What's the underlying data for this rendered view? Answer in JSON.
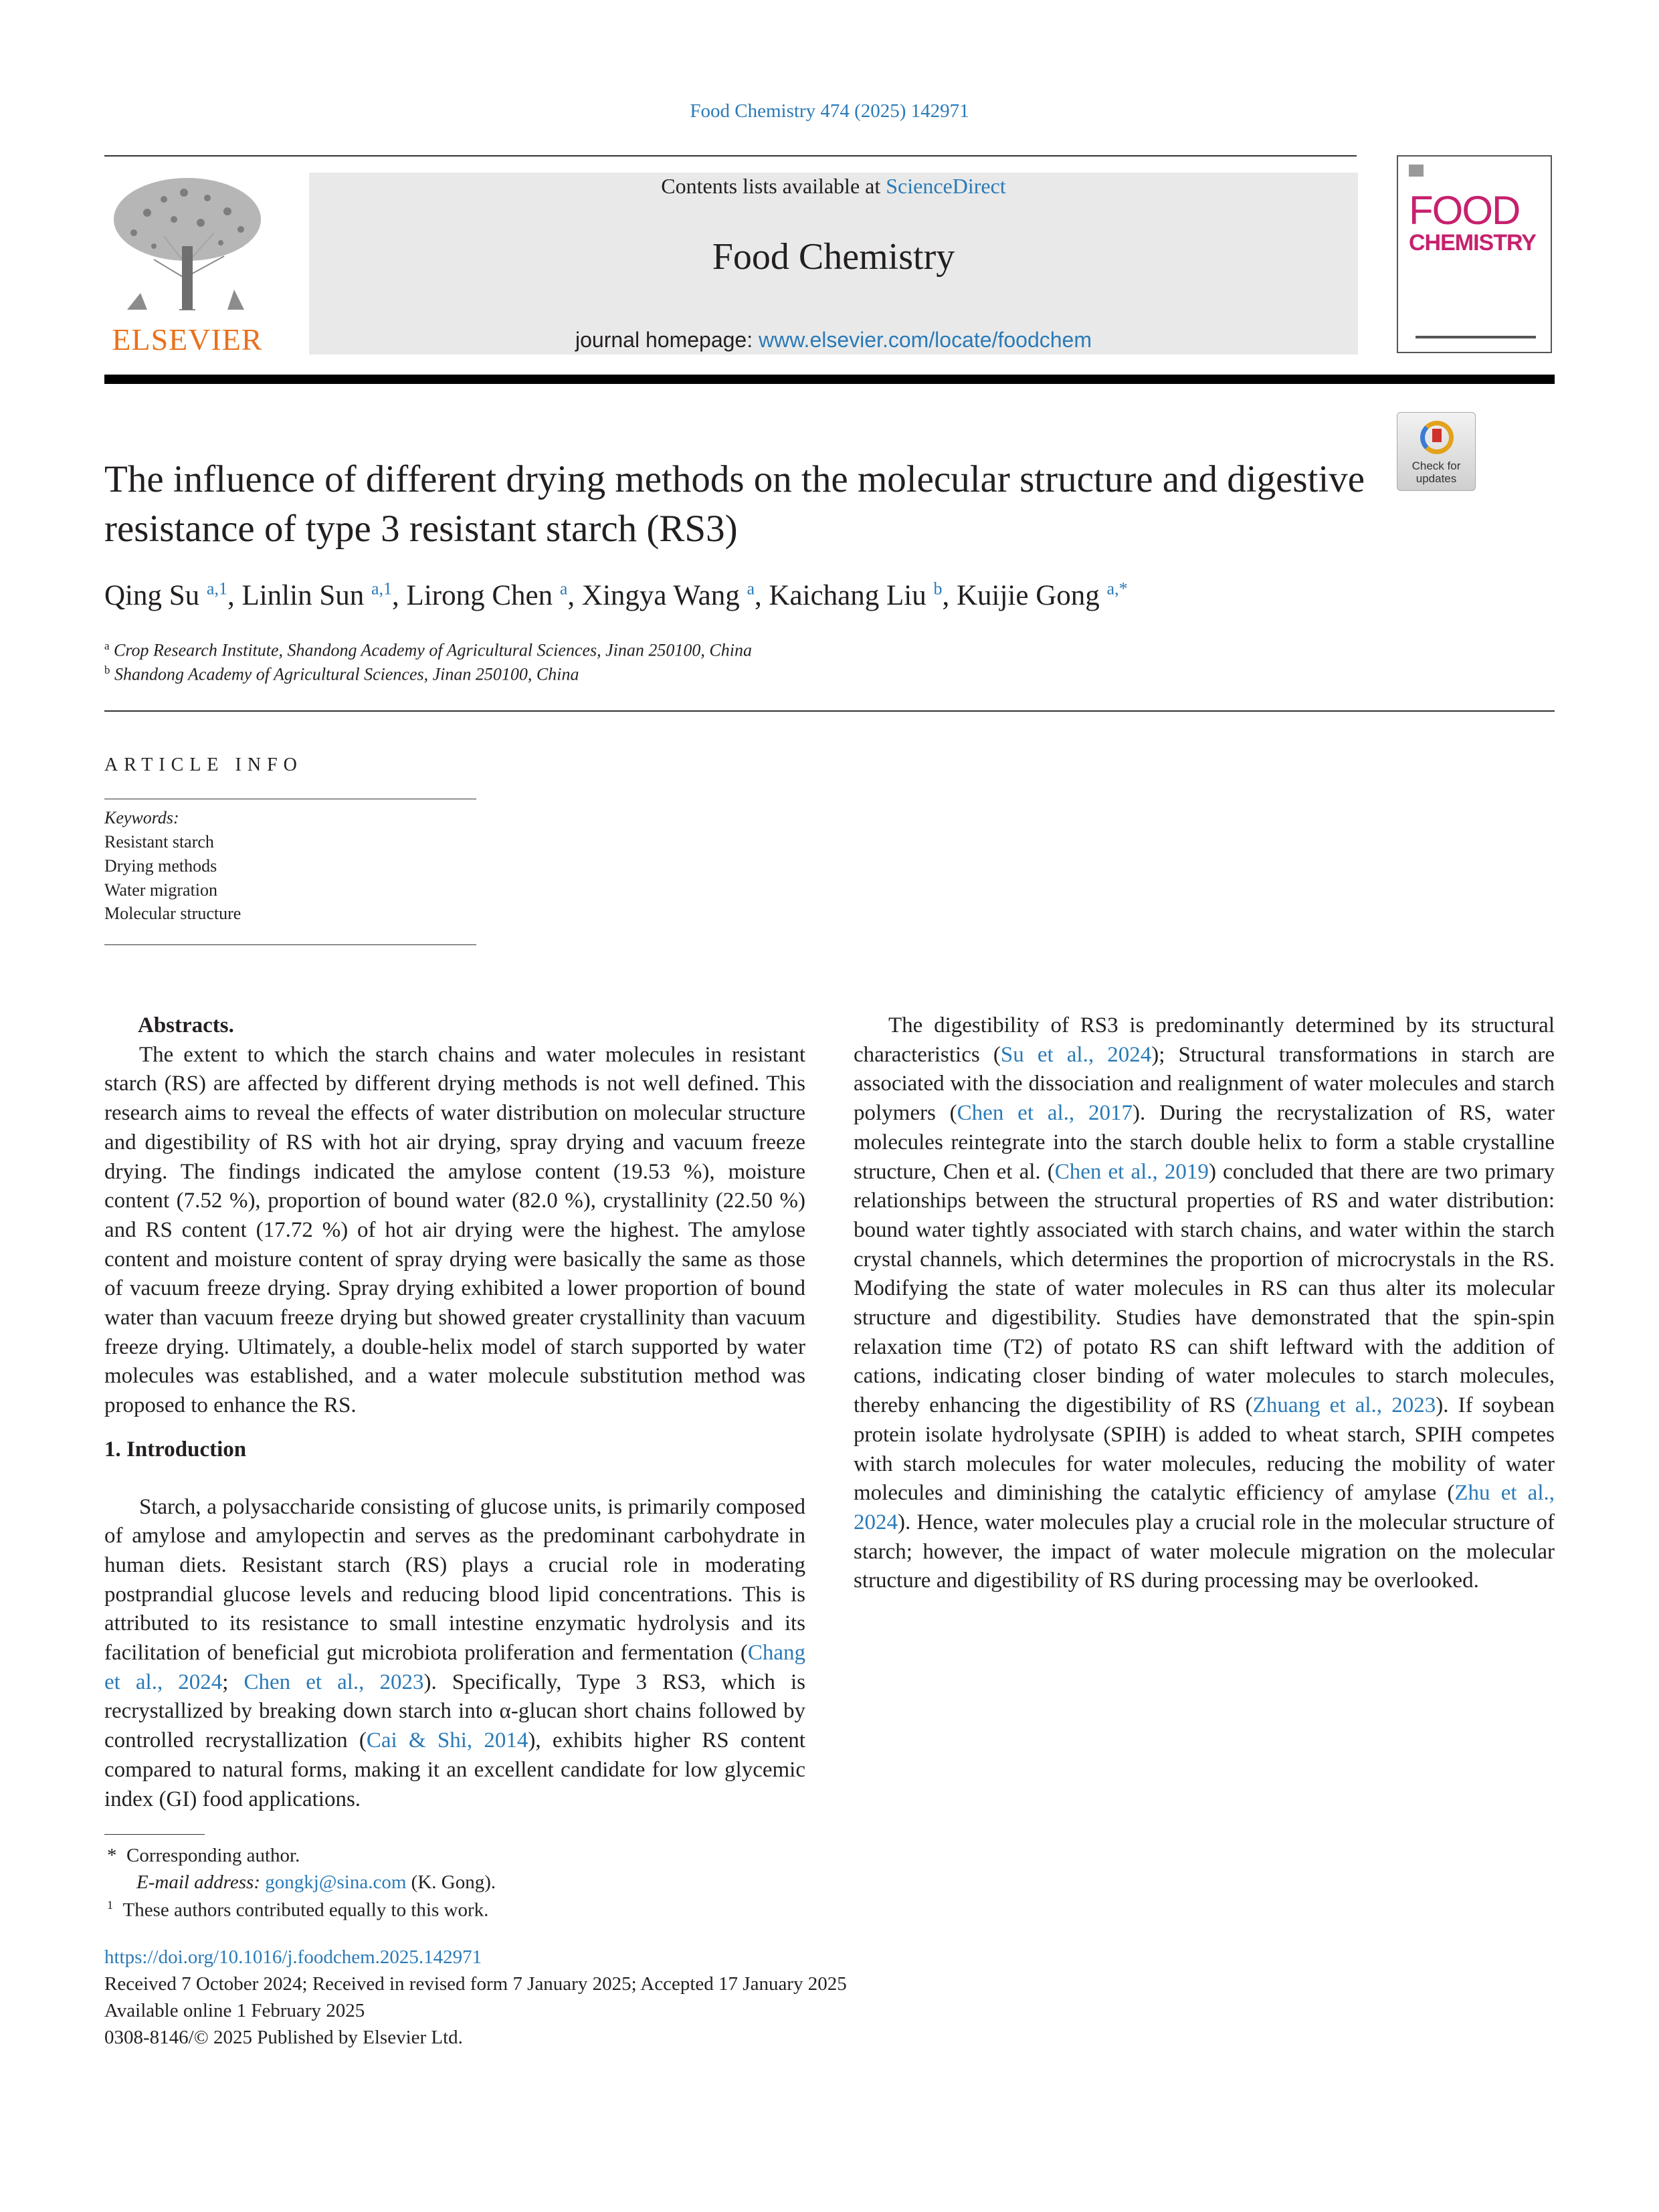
{
  "journal_ref": "Food Chemistry 474 (2025) 142971",
  "header": {
    "contents_prefix": "Contents lists available at ",
    "contents_link": "ScienceDirect",
    "journal_name": "Food Chemistry",
    "homepage_prefix": "journal homepage: ",
    "homepage_link": "www.elsevier.com/locate/foodchem",
    "publisher_logo": "ELSEVIER",
    "cover_line1": "FOOD",
    "cover_line2": "CHEMISTRY",
    "check_updates": "Check for updates"
  },
  "title": "The influence of different drying methods on the molecular structure and digestive resistance of type 3 resistant starch (RS3)",
  "authors": [
    {
      "name": "Qing Su",
      "sup": "a,1"
    },
    {
      "name": "Linlin Sun",
      "sup": "a,1"
    },
    {
      "name": "Lirong Chen",
      "sup": "a"
    },
    {
      "name": "Xingya Wang",
      "sup": "a"
    },
    {
      "name": "Kaichang Liu",
      "sup": "b"
    },
    {
      "name": "Kuijie Gong",
      "sup": "a,*"
    }
  ],
  "affiliations": [
    {
      "mark": "a",
      "text": "Crop Research Institute, Shandong Academy of Agricultural Sciences, Jinan 250100, China"
    },
    {
      "mark": "b",
      "text": "Shandong Academy of Agricultural Sciences, Jinan 250100, China"
    }
  ],
  "article_info": {
    "heading": "ARTICLE INFO",
    "keywords_label": "Keywords:",
    "keywords": [
      "Resistant starch",
      "Drying methods",
      "Water migration",
      "Molecular structure"
    ]
  },
  "abstract": {
    "heading": "Abstracts.",
    "text": "The extent to which the starch chains and water molecules in resistant starch (RS) are affected by different drying methods is not well defined. This research aims to reveal the effects of water distribution on molecular structure and digestibility of RS with hot air drying, spray drying and vacuum freeze drying. The findings indicated the amylose content (19.53 %), moisture content (7.52 %), proportion of bound water (82.0 %), crystallinity (22.50 %) and RS content (17.72 %) of hot air drying were the highest. The amylose content and moisture content of spray drying were basically the same as those of vacuum freeze drying. Spray drying exhibited a lower proportion of bound water than vacuum freeze drying but showed greater crystallinity than vacuum freeze drying. Ultimately, a double-helix model of starch supported by water molecules was established, and a water molecule substitution method was proposed to enhance the RS."
  },
  "intro": {
    "heading": "1.  Introduction",
    "p1": {
      "a": "Starch, a polysaccharide consisting of glucose units, is primarily composed of amylose and amylopectin and serves as the predominant carbohydrate in human diets. Resistant starch (RS) plays a crucial role in moderating postprandial glucose levels and reducing blood lipid concentrations. This is attributed to its resistance to small intestine enzymatic hydrolysis and its facilitation of beneficial gut microbiota proliferation and fermentation (",
      "ref1": "Chang et al., 2024",
      "sep": "; ",
      "ref2": "Chen et al., 2023",
      "b": "). Specifically, Type 3 RS3, which is recrystallized by breaking down starch into α-glucan short chains followed by controlled recrystallization (",
      "ref3": "Cai & Shi, 2014",
      "c": "), exhibits higher RS content compared to natural forms, making it an excellent candidate for low glycemic index (GI) food applications."
    },
    "p2": {
      "a": "The digestibility of RS3 is predominantly determined by its structural characteristics (",
      "ref1": "Su et al., 2024",
      "b": "); Structural transformations in starch are associated with the dissociation and realignment of water molecules and starch polymers (",
      "ref2": "Chen et al., 2017",
      "c": "). During the recrystalization of RS, water molecules reintegrate into the starch double helix to form a stable crystalline structure, Chen et al. (",
      "ref3": "Chen et al., 2019",
      "d": ") concluded that there are two primary relationships between the structural properties of RS and water distribution: bound water tightly associated with starch chains, and water within the starch crystal channels, which determines the proportion of microcrystals in the RS. Modifying the state of water molecules in RS can thus alter its molecular structure and digestibility. Studies have demonstrated that the spin-spin relaxation time (T2) of potato RS can shift leftward with the addition of cations, indicating closer binding of water molecules to starch molecules, thereby enhancing the digestibility of RS (",
      "ref4": "Zhuang et al., 2023",
      "e": "). If soybean protein isolate hydrolysate (SPIH) is added to wheat starch, SPIH competes with starch molecules for water molecules, reducing the mobility of water molecules and diminishing the catalytic efficiency of amylase (",
      "ref5": "Zhu et al., 2024",
      "f": "). Hence, water molecules play a crucial role in the molecular structure of starch; however, the impact of water molecule migration on the molecular structure and digestibility of RS during processing may be overlooked."
    }
  },
  "footnotes": {
    "corresponding_mark": "*",
    "corresponding": "Corresponding author.",
    "email_label": "E-mail address:",
    "email": "gongkj@sina.com",
    "email_suffix": " (K. Gong).",
    "equal_mark": "1",
    "equal": "These authors contributed equally to this work."
  },
  "pub_info": {
    "doi": "https://doi.org/10.1016/j.foodchem.2025.142971",
    "received": "Received 7 October 2024; Received in revised form 7 January 2025; Accepted 17 January 2025",
    "available": "Available online 1 February 2025",
    "copyright": "0308-8146/© 2025 Published by Elsevier Ltd."
  }
}
